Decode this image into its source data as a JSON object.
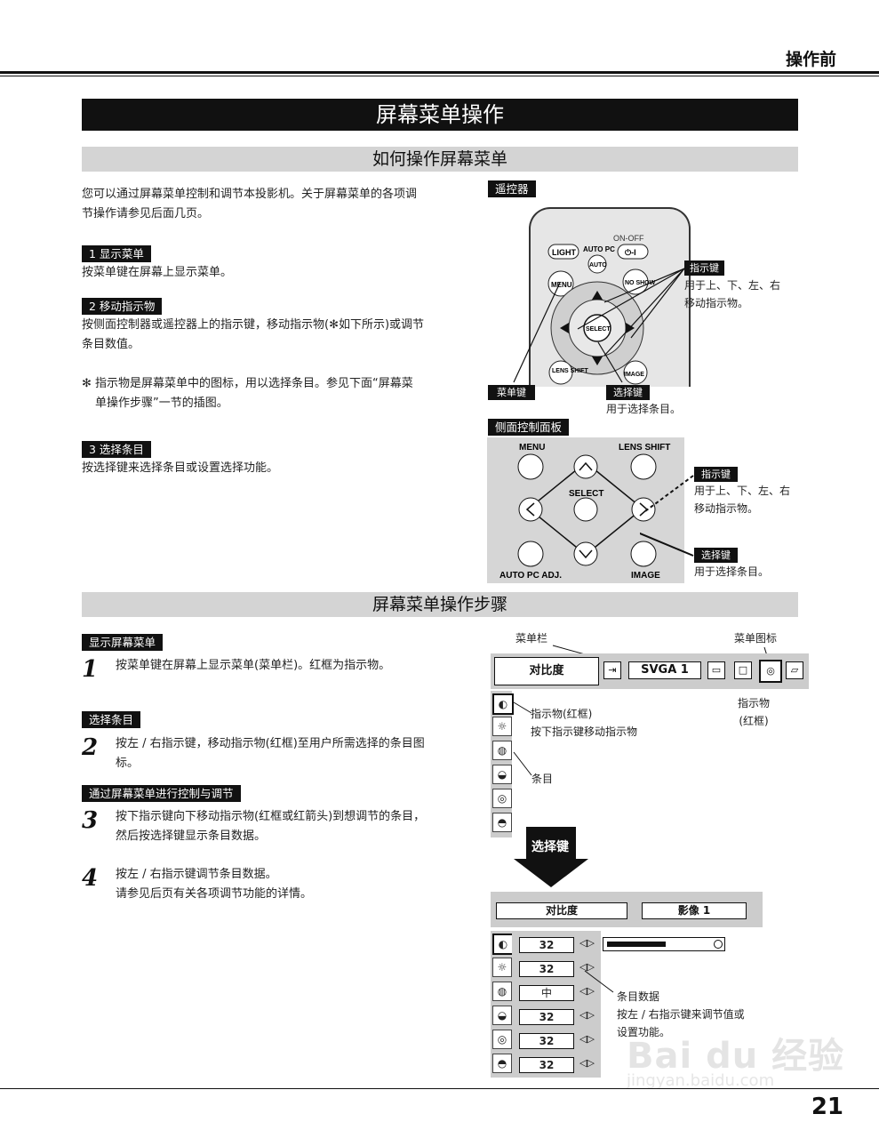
{
  "header": {
    "title": "操作前"
  },
  "main_title": "屏幕菜单操作",
  "section1": {
    "title": "如何操作屏幕菜单",
    "intro": [
      "您可以通过屏幕菜单控制和调节本投影机。关于屏幕菜单的各项调",
      "节操作请参见后面几页。"
    ],
    "step1_label": "1  显示菜单",
    "step1_text": "按菜单键在屏幕上显示菜单。",
    "step2_label": "2  移动指示物",
    "step2_text": [
      "按侧面控制器或遥控器上的指示键，移动指示物(✻如下所示)或调节",
      "条目数值。"
    ],
    "note": [
      "✻ 指示物是屏幕菜单中的图标，用以选择条目。参见下面“屏幕菜",
      "单操作步骤”一节的插图。"
    ],
    "step3_label": "3  选择条目",
    "step3_text": "按选择键来选择条目或设置选择功能。"
  },
  "remote": {
    "label": "遥控器",
    "buttons": {
      "light": "LIGHT",
      "autopc": "AUTO PC",
      "onoff": "ON-OFF",
      "power": "⏻-I",
      "auto": "AUTO",
      "menu": "MENU",
      "noshow": "NO SHOW",
      "select": "SELECT",
      "lens": "LENS SHIFT",
      "image": "IMAGE"
    },
    "pointer_label": "指示键",
    "pointer_desc": [
      "用于上、下、左、右",
      "移动指示物。"
    ],
    "menu_key_label": "菜单键",
    "select_key_label": "选择键",
    "select_key_desc": "用于选择条目。"
  },
  "side_panel": {
    "label": "侧面控制面板",
    "menu": "MENU",
    "lens_shift": "LENS SHIFT",
    "select": "SELECT",
    "auto_pc": "AUTO PC ADJ.",
    "image": "IMAGE",
    "pointer_label": "指示键",
    "pointer_desc": [
      "用于上、下、左、右",
      "移动指示物。"
    ],
    "select_key_label": "选择键",
    "select_key_desc": "用于选择条目。"
  },
  "section2": {
    "title": "屏幕菜单操作步骤",
    "label1": "显示屏幕菜单",
    "step1_num": "1",
    "step1_text": "按菜单键在屏幕上显示菜单(菜单栏)。红框为指示物。",
    "label2": "选择条目",
    "step2_num": "2",
    "step2_text": [
      "按左 / 右指示键，移动指示物(红框)至用户所需选择的条目图",
      "标。"
    ],
    "label3": "通过屏幕菜单进行控制与调节",
    "step3_num": "3",
    "step3_text": [
      "按下指示键向下移动指示物(红框或红箭头)到想调节的条目，",
      "然后按选择键显示条目数据。"
    ],
    "step4_num": "4",
    "step4_text": [
      "按左 / 右指示键调节条目数据。",
      "请参见后页有关各项调节功能的详情。"
    ]
  },
  "menu_diagram": {
    "menubar_label": "菜单栏",
    "menu_icon_label": "菜单图标",
    "contrast": "对比度",
    "svga": "SVGA 1",
    "pointer_label": [
      "指示物",
      "(红框)"
    ],
    "pointer_note": [
      "指示物(红框)",
      "按下指示键移动指示物"
    ],
    "item_label": "条目",
    "select_key": "选择键",
    "contrast2": "对比度",
    "image1": "影像 1",
    "values": [
      "32",
      "32",
      "中",
      "32",
      "32",
      "32"
    ],
    "item_data_note": [
      "条目数据",
      "按左 / 右指示键来调节值或",
      "设置功能。"
    ]
  },
  "page_number": "21",
  "watermark": {
    "text": "Bai du 经验",
    "url": "jingyan.baidu.com"
  }
}
